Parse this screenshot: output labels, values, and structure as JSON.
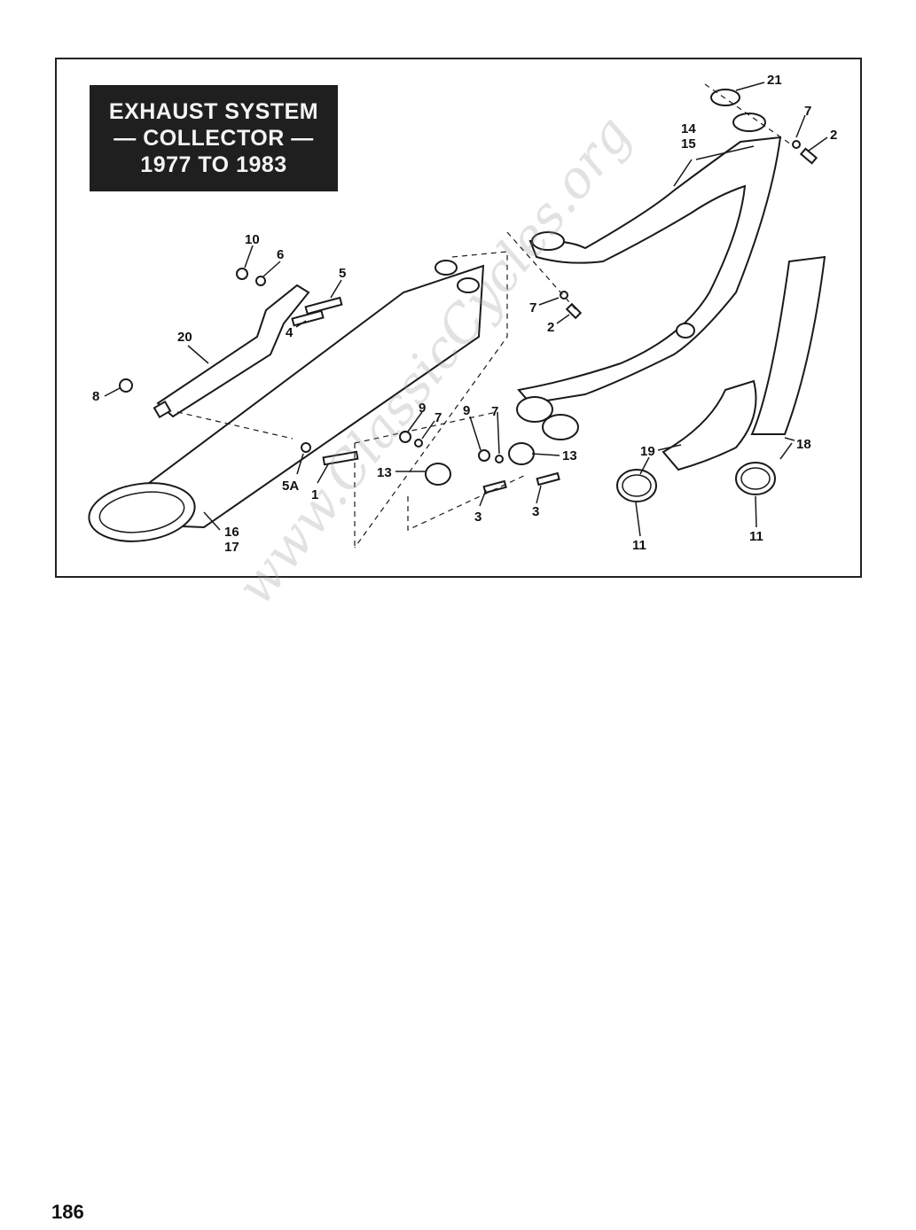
{
  "title": {
    "line1": "EXHAUST SYSTEM",
    "line2": "— COLLECTOR —",
    "line3": "1977 TO 1983"
  },
  "callouts": {
    "c21": "21",
    "c7a": "7",
    "c2a": "2",
    "c14": "14",
    "c15": "15",
    "c10": "10",
    "c6": "6",
    "c5": "5",
    "c4": "4",
    "c20": "20",
    "c8": "8",
    "c7b": "7",
    "c2b": "2",
    "c9a": "9",
    "c7c": "7",
    "c9b": "9",
    "c7d": "7",
    "c13a": "13",
    "c13b": "13",
    "c19": "19",
    "c18": "18",
    "c5a": "5A",
    "c1": "1",
    "c3a": "3",
    "c3b": "3",
    "c16": "16",
    "c17": "17",
    "c11a": "11",
    "c11b": "11"
  },
  "watermark": "www.ClassicCycles.org",
  "page_number": "186",
  "colors": {
    "ink": "#1a1a1a",
    "title_bg": "#1f1f1f",
    "title_text": "#f4f4f4"
  }
}
